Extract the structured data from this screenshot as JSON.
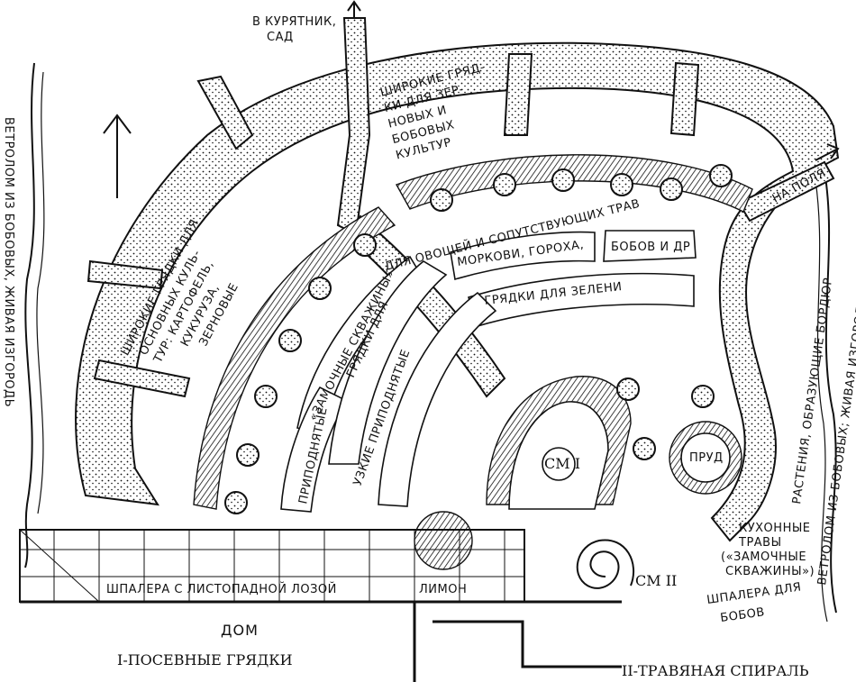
{
  "labels": {
    "chicken_coop": "В КУРЯТНИК,",
    "garden": "САД",
    "wide_beds_grain_1": "ШИРОКИЕ ГРЯД-",
    "wide_beds_grain_2": "КИ ДЛЯ ЗЕР-",
    "wide_beds_grain_3": "НОВЫХ И",
    "wide_beds_grain_4": "БОБОВЫХ",
    "wide_beds_grain_5": "КУЛЬТУР",
    "wide_beds_main_1": "ШИРОКИЕ ГРЯДКИ ДЛЯ",
    "wide_beds_main_2": "ОСНОВНЫХ КУЛЬ-",
    "wide_beds_main_3": "ТУР: КАРТОФЕЛЬ,",
    "wide_beds_main_4": "КУКУРУЗА,",
    "wide_beds_main_5": "ЗЕРНОВЫЕ",
    "windbreak_left": "ВЕТРОЛОМ ИЗ БОБОВЫХ, ЖИВАЯ ИЗГОРОДЬ",
    "windbreak_right": "ВЕТРОЛОМ ИЗ БОБОВЫХ; ЖИВАЯ ИЗГОРОДЬ",
    "border_plants": "РАСТЕНИЯ, ОБРАЗУЮЩИЕ БОРДЮР",
    "to_field": "НА ПОЛЯ",
    "veg_and_herbs": "ДЛЯ ОВОЩЕЙ И СОПУТСТВУЮЩИХ ТРАВ",
    "carrots_peas": "МОРКОВИ, ГОРОХА,",
    "beans_etc": "БОБОВ И ДР",
    "greens_beds": "ГРЯДКИ ДЛЯ ЗЕЛЕНИ",
    "keyhole_beds": "«ЗАМОЧНЫЕ СКВАЖИНЫ»",
    "beds_for": "ГРЯДКИ ДЛЯ",
    "raised": "ПРИПОДНЯТЫЕ",
    "narrow_raised": "УЗКИЕ ПРИПОДНЯТЫЕ",
    "ref_one": "СМ I",
    "pond": "ПРУД",
    "kitchen_herbs_1": "КУХОННЫЕ",
    "kitchen_herbs_2": "ТРАВЫ",
    "kitchen_herbs_3": "(«ЗАМОЧНЫЕ",
    "kitchen_herbs_4": "СКВАЖИНЫ»)",
    "ref_two": "СМ II",
    "trellis_vine": "ШПАЛЕРА С ЛИСТОПАДНОЙ ЛОЗОЙ",
    "lemon": "ЛИМОН",
    "trellis_beans_1": "ШПАЛЕРА ДЛЯ",
    "trellis_beans_2": "БОБОВ",
    "house": "ДОМ",
    "legend_one": "I-ПОСЕВНЫЕ ГРЯДКИ",
    "legend_two": "II-ТРАВЯНАЯ СПИРАЛЬ"
  },
  "icons": {
    "north": "north-arrow-icon",
    "exit": "exit-arrow-icon"
  },
  "colors": {
    "ink": "#111111",
    "paper": "#ffffff"
  }
}
